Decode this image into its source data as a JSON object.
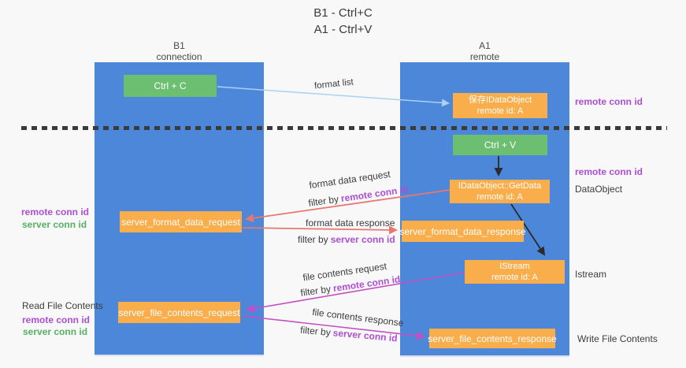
{
  "title": {
    "line1": "B1 - Ctrl+C",
    "line2": "A1 - Ctrl+V"
  },
  "lanes": {
    "left": {
      "name": "B1",
      "role": "connection"
    },
    "right": {
      "name": "A1",
      "role": "remote"
    }
  },
  "nodes": {
    "ctrl_c": {
      "label": "Ctrl + C"
    },
    "save_idataobject": {
      "line1": "保存IDataObject",
      "line2": "remote id: A"
    },
    "ctrl_v": {
      "label": "Ctrl + V"
    },
    "getdata": {
      "line1": "IDataObject::GetData",
      "line2": "remote id: A"
    },
    "server_format_data_request": {
      "label": "server_format_data_request"
    },
    "server_format_data_response": {
      "label": "server_format_data_response"
    },
    "istream": {
      "line1": "IStream",
      "line2": "remote id: A"
    },
    "server_file_contents_request": {
      "label": "server_file_contents_request"
    },
    "server_file_contents_response": {
      "label": "server_file_contents_response"
    }
  },
  "flow_labels": {
    "format_list": "format list",
    "format_data_request": "format data request",
    "format_data_response": "format data response",
    "file_contents_request": "file contents request",
    "file_contents_response": "file contents response",
    "filter_by": "filter by",
    "remote_conn_id": "remote conn id",
    "server_conn_id": "server conn id"
  },
  "side_labels": {
    "left": {
      "remote_conn_id_1": "remote conn id",
      "server_conn_id_1": "server conn id",
      "read_file_contents": "Read File Contents",
      "remote_conn_id_2": "remote conn id",
      "server_conn_id_2": "server conn id"
    },
    "right": {
      "remote_conn_id_1": "remote conn id",
      "remote_conn_id_2": "remote conn id",
      "dataobject": "DataObject",
      "istream": "Istream",
      "write_file_contents": "Write File Contents"
    }
  },
  "colors": {
    "lane_blue": "#4C87D9",
    "node_green": "#6CBF70",
    "node_orange": "#F9AD4B",
    "arrow_light_blue": "#A8D2F0",
    "arrow_red": "#E87671",
    "arrow_magenta": "#C34FC3",
    "arrow_black": "#2B2B2B",
    "accent_purple": "#AC4FD2",
    "accent_green": "#55B162",
    "background": "#F8F8F8"
  }
}
